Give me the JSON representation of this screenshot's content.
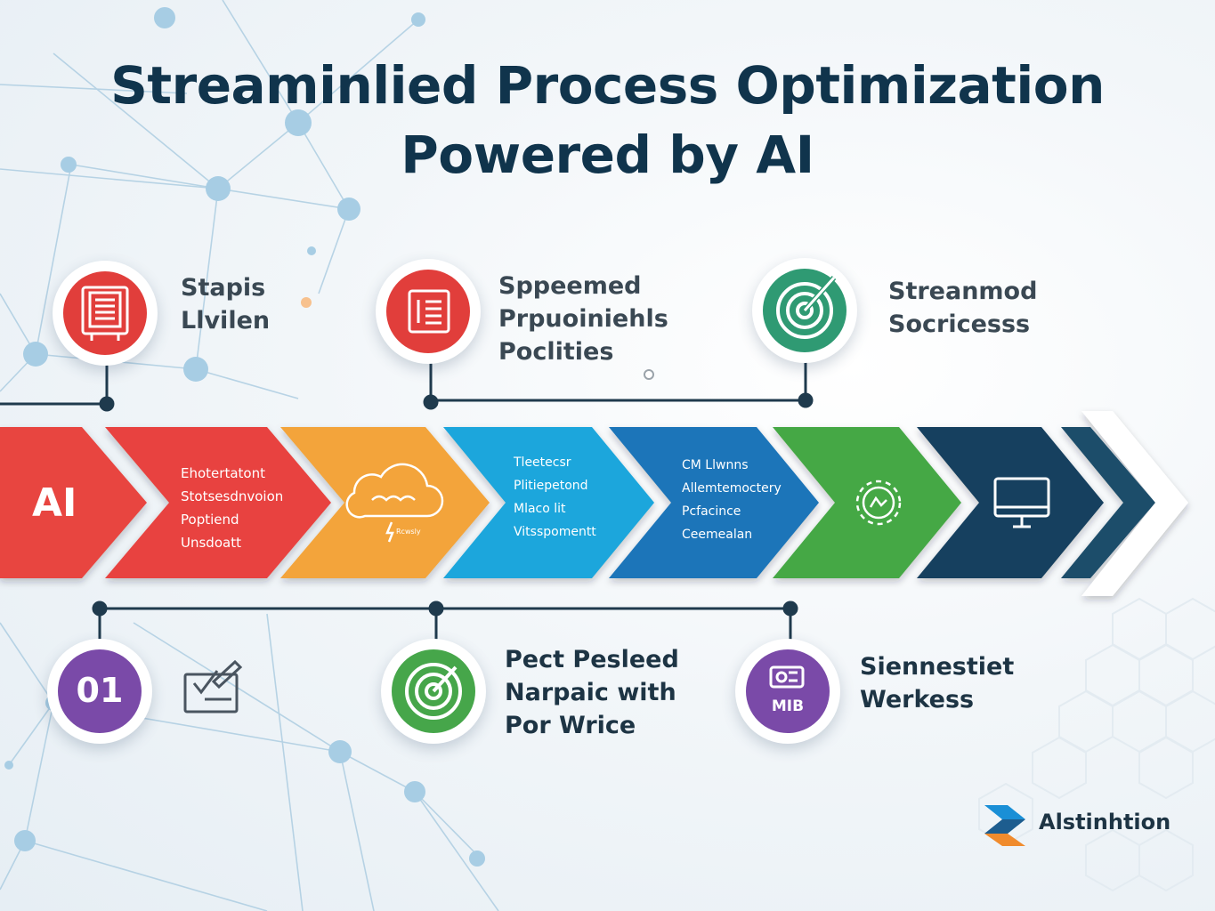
{
  "title": {
    "line1": "Streaminlied Process Optimization",
    "line2": "Powered by AI"
  },
  "band": {
    "segment1_label": "AI",
    "segment2_lines": [
      "Ehotertatont",
      "Stotsesdnvoion",
      "Poptiend",
      "Unsdoatt"
    ],
    "segment3_small": "Rcwsly",
    "segment4_lines": [
      "Tleetecsr",
      "Plitiepetond",
      "Mlaco lit",
      "Vitsspomentt"
    ],
    "segment5_lines": [
      "CM Llwnns",
      "Allemtemoctery",
      "Pcfacince",
      "Ceemealan"
    ],
    "colors": [
      "#e8443f",
      "#f3a43a",
      "#1aa6dc",
      "#1f74b9",
      "#45a845",
      "#153f5f",
      "#1b4d6b"
    ]
  },
  "top_items": [
    {
      "lines": [
        "Stapis",
        "Llvilen"
      ],
      "icon": "document-icon",
      "color": "#e13e3b"
    },
    {
      "lines": [
        "Sppeemed",
        "Prpuoiniehls",
        "Poclities"
      ],
      "icon": "report-icon",
      "color": "#e13e3b"
    },
    {
      "lines": [
        "Streanmod",
        "Socricesss"
      ],
      "icon": "target-icon",
      "color": "#2f9a73"
    }
  ],
  "bottom_items": [
    {
      "badge": "01",
      "icon": "checklist-icon",
      "color": "#7a4aa8"
    },
    {
      "lines": [
        "Pect Pesleed",
        "Narpaic with",
        "Por Wrice"
      ],
      "icon": "target-icon",
      "color": "#46a64a"
    },
    {
      "lines": [
        "Siennestiet",
        "Werkess"
      ],
      "badge": "MIB",
      "icon": "server-icon",
      "color": "#7a4aa8"
    }
  ],
  "brand": {
    "name": "Alstinhtion",
    "icon": "chevron-logo-icon"
  }
}
